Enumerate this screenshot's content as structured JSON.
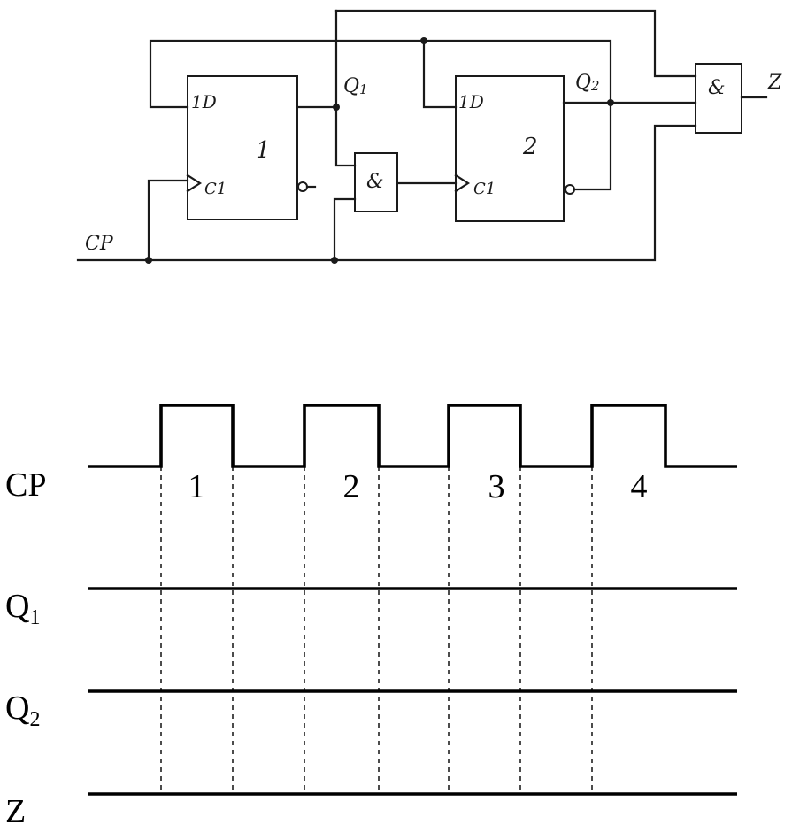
{
  "circuit": {
    "ff1": {
      "name": "1",
      "d_pin": "1D",
      "c_pin": "C1"
    },
    "ff2": {
      "name": "2",
      "d_pin": "1D",
      "c_pin": "C1"
    },
    "and_gate_middle": "&",
    "and_gate_output": "&",
    "q1_label": "Q",
    "q1_sub": "1",
    "q2_label": "Q",
    "q2_sub": "2",
    "cp_label": "CP",
    "z_label": "Z"
  },
  "timing": {
    "rows": [
      {
        "label": "CP",
        "sub": ""
      },
      {
        "label": "Q",
        "sub": "1"
      },
      {
        "label": "Q",
        "sub": "2"
      },
      {
        "label": "Z",
        "sub": ""
      }
    ],
    "pulse_numbers": [
      "1",
      "2",
      "3",
      "4"
    ]
  }
}
